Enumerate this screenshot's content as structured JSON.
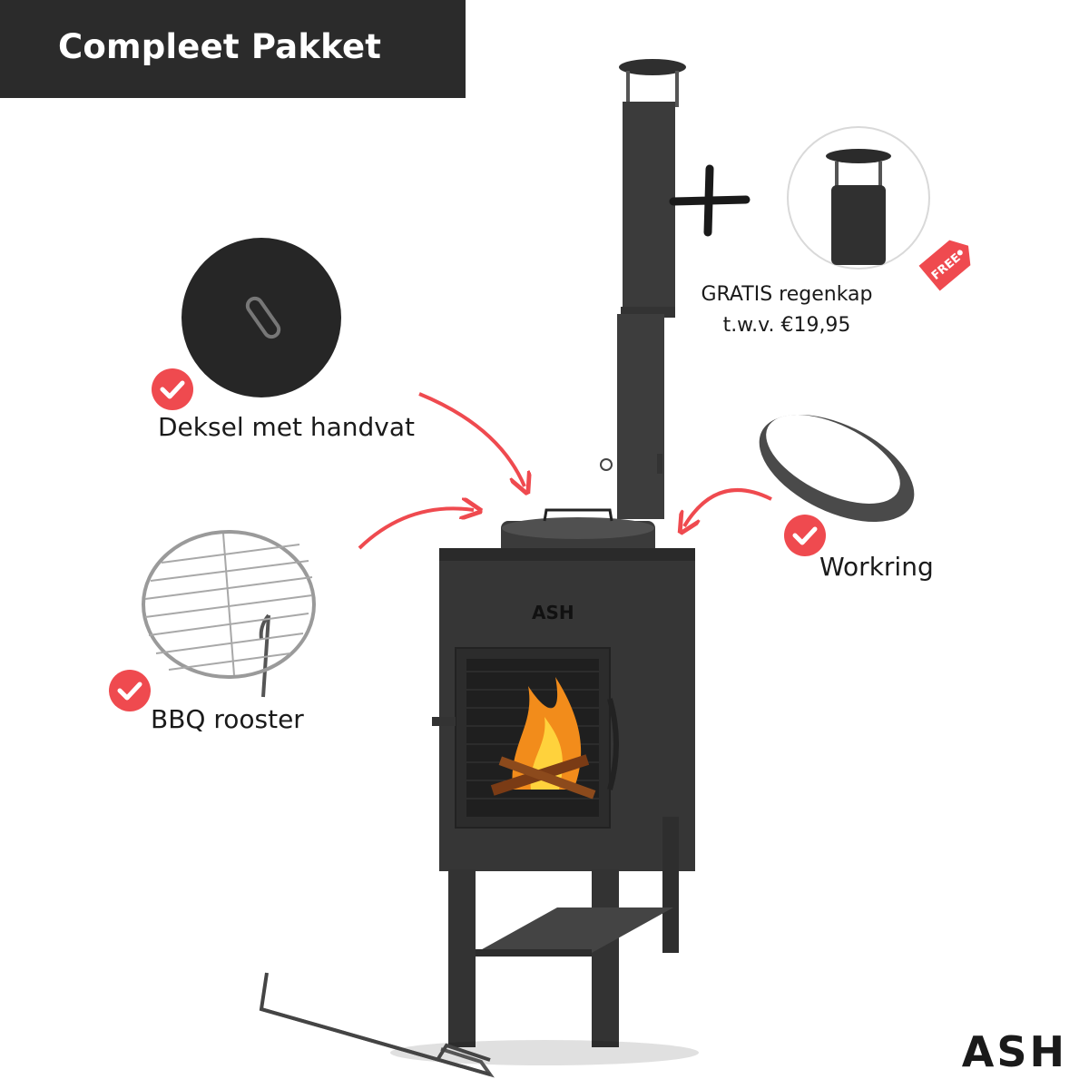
{
  "banner": {
    "title": "Compleet Pakket"
  },
  "items": {
    "lid": "Deksel met handvat",
    "grill": "BBQ rooster",
    "wok_ring": "Workring"
  },
  "free_offer": {
    "line1": "GRATIS regenkap",
    "line2": "t.w.v. €19,95",
    "tag": "FREE"
  },
  "stove": {
    "logo": "ASH"
  },
  "brand": {
    "logo": "ASH"
  },
  "colors": {
    "accent": "#ef4a4f",
    "banner": "#2b2b2b",
    "metal": "#3a3a3a"
  },
  "icons": [
    "check-icon",
    "arrow-icon",
    "plus-icon",
    "free-tag-icon"
  ]
}
